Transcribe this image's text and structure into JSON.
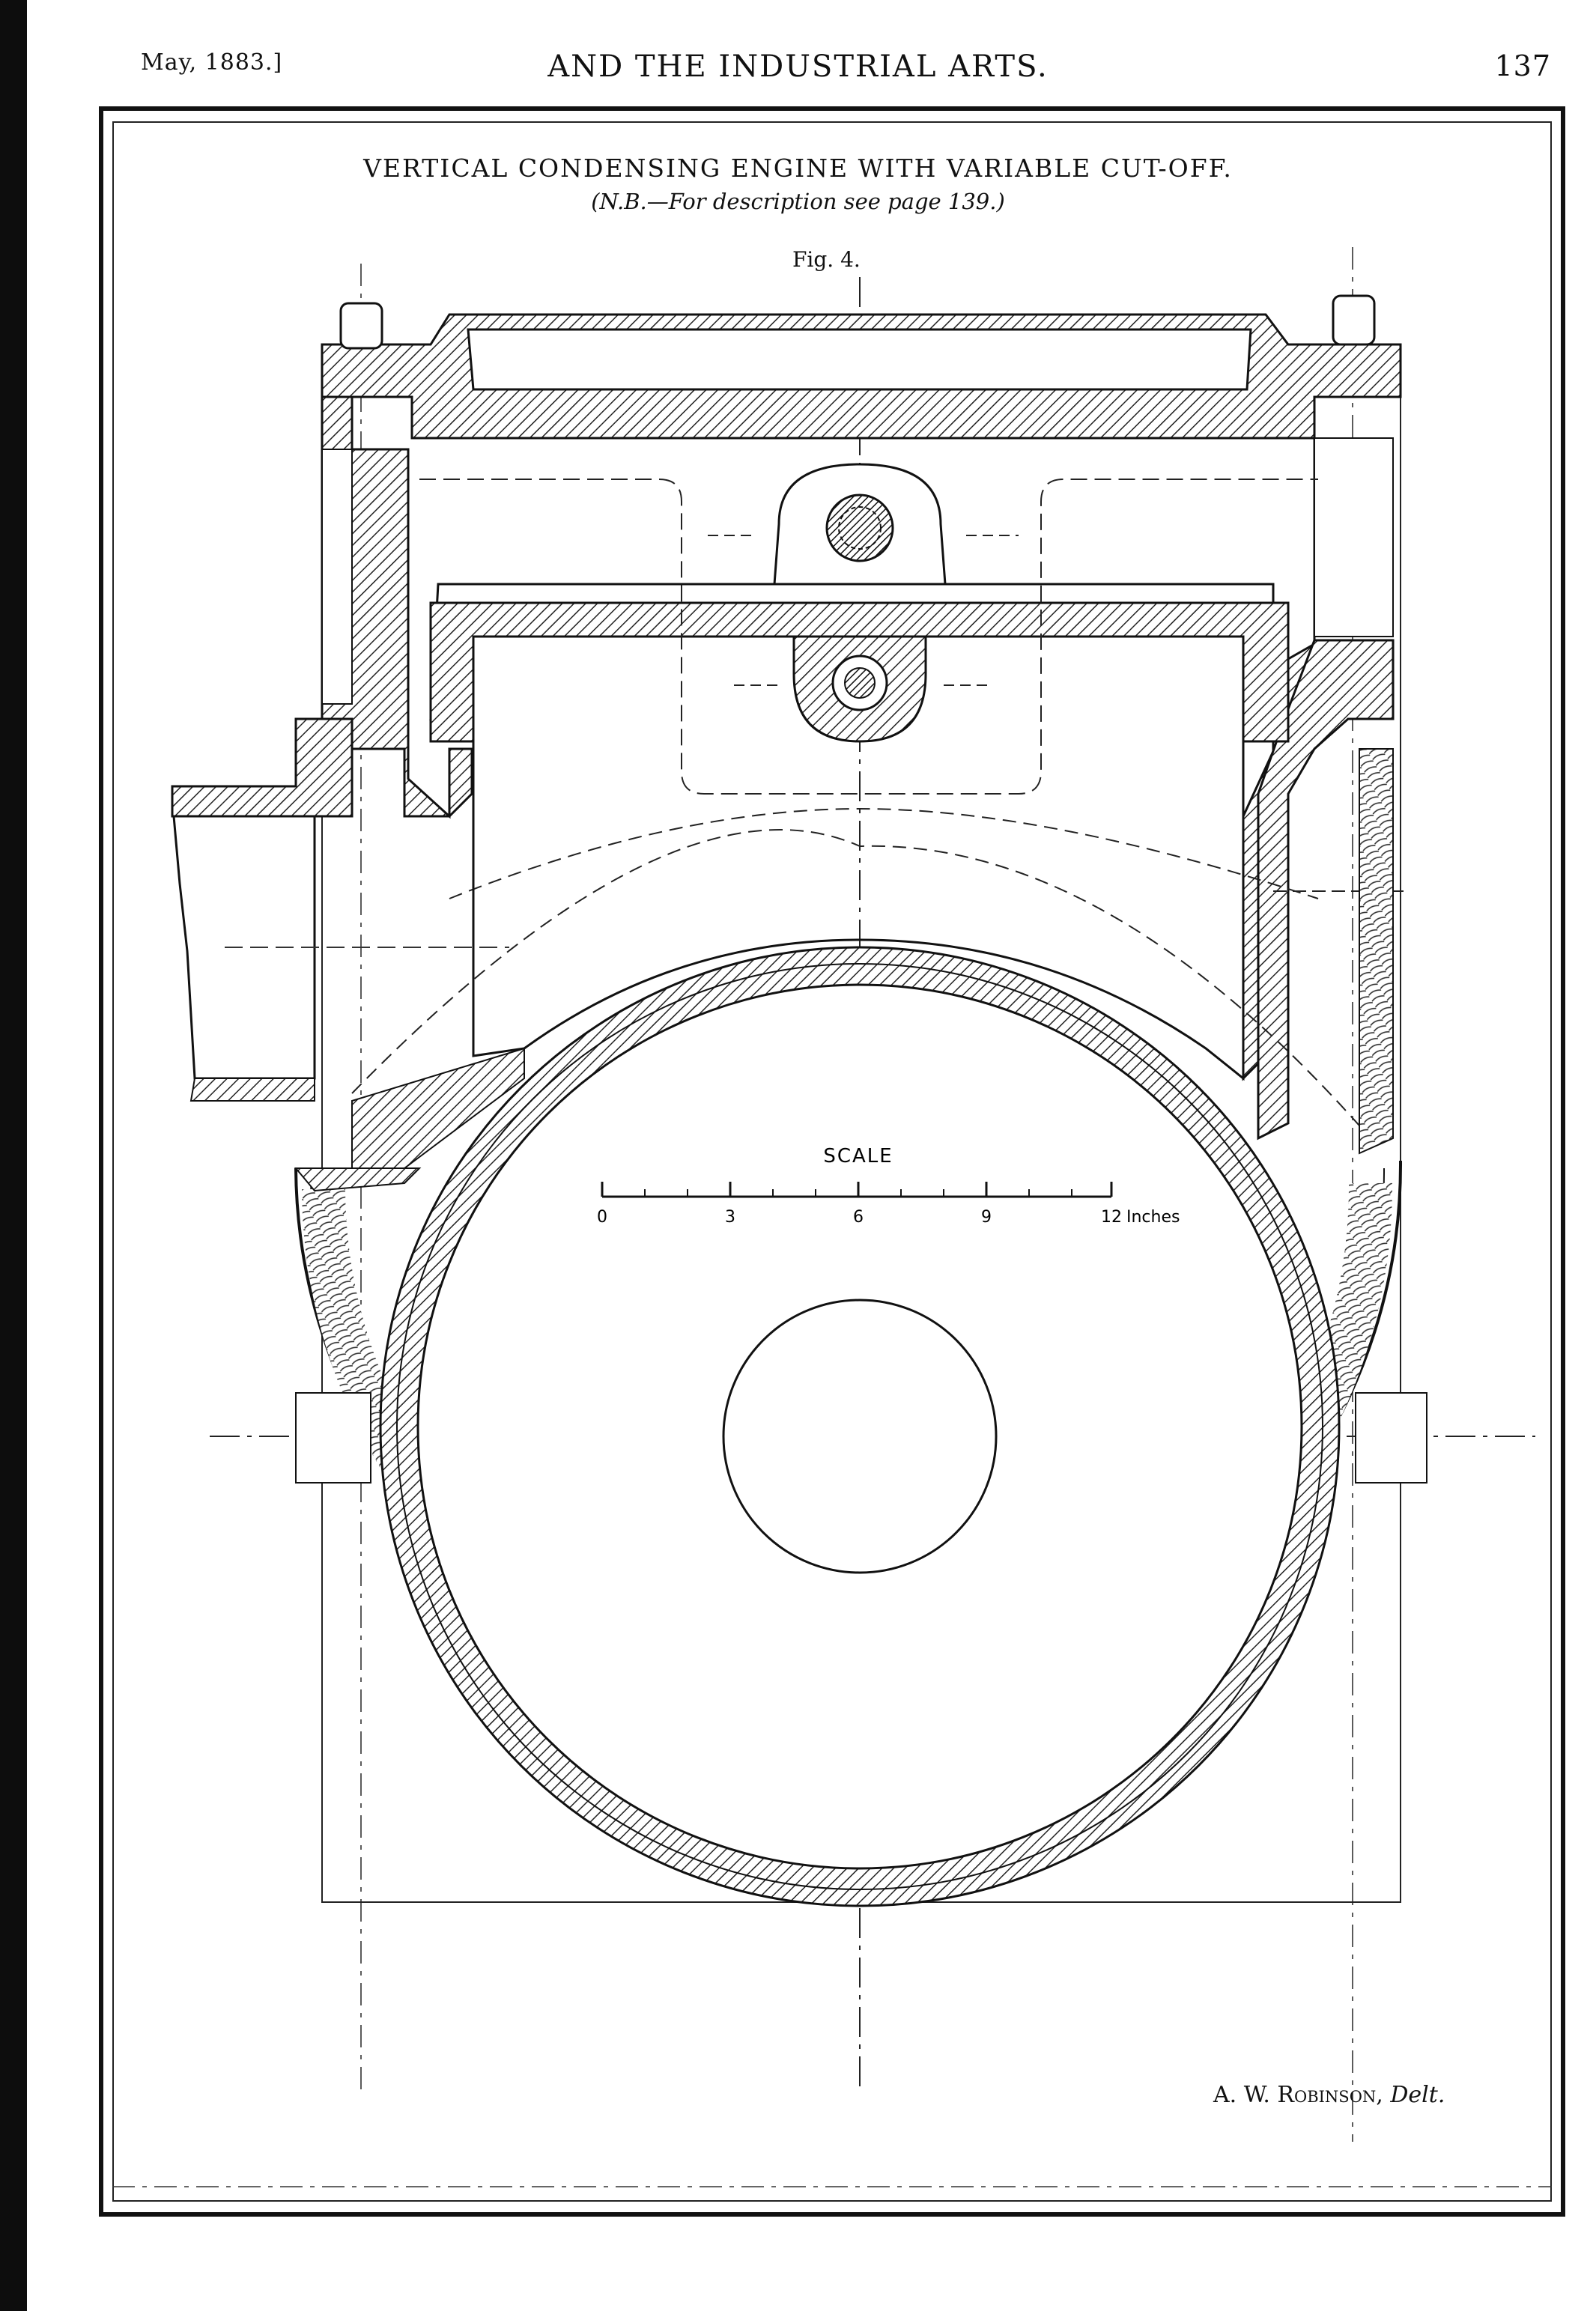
{
  "header": {
    "left": "May, 1883.]",
    "center": "AND THE INDUSTRIAL ARTS.",
    "right": "137"
  },
  "plate": {
    "title": "VERTICAL CONDENSING ENGINE WITH VARIABLE CUT-OFF.",
    "note": "(N.B.—For description see page 139.)",
    "figure": "Fig. 4."
  },
  "scale": {
    "label": "SCALE",
    "ticks": [
      "0",
      "3",
      "6",
      "9",
      "12"
    ],
    "unit": "Inches"
  },
  "credit": {
    "name": "A. W. Robinson,",
    "suffix": "Delt."
  }
}
